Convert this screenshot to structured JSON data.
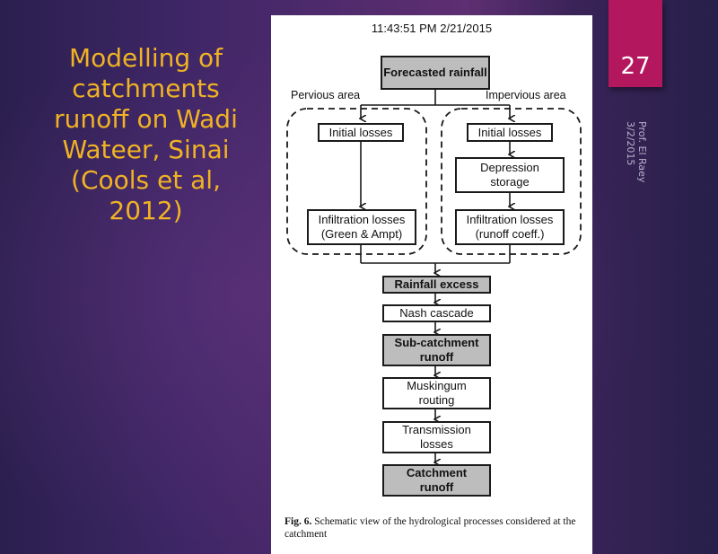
{
  "slide": {
    "title": "Modelling of catchments runoff on Wadi Wateer, Sinai (Cools et al, 2012)",
    "slide_number": "27",
    "footer_author": "Prof. El Raey",
    "footer_date": "3/2/2015",
    "colors": {
      "title": "#f0b323",
      "number_tag": "#b3185f",
      "background": "#3e2666"
    }
  },
  "figure": {
    "timestamp": "11:43:51 PM 2/21/2015",
    "labels": {
      "pervious": "Pervious area",
      "impervious": "Impervious area"
    },
    "nodes": {
      "forecasted_rainfall": "Forecasted rainfall",
      "initial_losses_pervious": "Initial losses",
      "infiltration_pervious_l1": "Infiltration losses",
      "infiltration_pervious_l2": "(Green & Ampt)",
      "initial_losses_impervious": "Initial losses",
      "depression_storage_l1": "Depression",
      "depression_storage_l2": "storage",
      "infiltration_impervious_l1": "Infiltration losses",
      "infiltration_impervious_l2": "(runoff coeff.)",
      "rainfall_excess": "Rainfall excess",
      "nash_cascade": "Nash cascade",
      "subcatchment_runoff_l1": "Sub-catchment",
      "subcatchment_runoff_l2": "runoff",
      "muskingum_l1": "Muskingum",
      "muskingum_l2": "routing",
      "transmission_l1": "Transmission",
      "transmission_l2": "losses",
      "catchment_runoff_l1": "Catchment",
      "catchment_runoff_l2": "runoff"
    },
    "caption_label": "Fig. 6.",
    "caption_text": "Schematic view of the hydrological processes considered at the catchment"
  }
}
